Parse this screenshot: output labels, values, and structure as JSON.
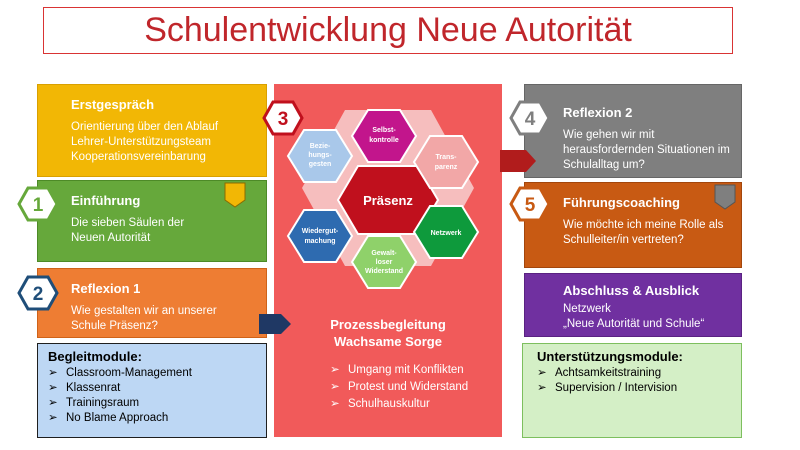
{
  "title": "Schulentwicklung Neue Autorität",
  "erstgespraech": {
    "heading": "Erstgespräch",
    "lines": [
      "Orientierung über den Ablauf",
      "Lehrer-Unterstützungsteam",
      "Kooperationsvereinbarung"
    ]
  },
  "einfuehrung": {
    "number": "1",
    "heading": "Einführung",
    "lines": [
      "Die sieben Säulen der",
      "Neuen Autorität"
    ]
  },
  "reflexion1": {
    "number": "2",
    "heading": "Reflexion 1",
    "lines": [
      "Wie gestalten wir an unserer",
      "Schule Präsenz?"
    ]
  },
  "begleitmodule": {
    "heading": "Begleitmodule:",
    "items": [
      "Classroom-Management",
      "Klassenrat",
      "Trainingsraum",
      "No Blame Approach"
    ]
  },
  "center": {
    "number": "3",
    "core": "Präsenz",
    "petals": {
      "selbstkontrolle": [
        "Selbst-",
        "kontrolle"
      ],
      "transparenz": [
        "Trans-",
        "parenz"
      ],
      "netzwerk": [
        "Netzwerk"
      ],
      "widerstand": [
        "Gewalt-",
        "loser",
        "Widerstand"
      ],
      "wiedergutmachung": [
        "Wiedergut-",
        "machung"
      ],
      "beziehungsgesten": [
        "Bezie-",
        "hungs-",
        "gesten"
      ]
    },
    "process_heading": [
      "Prozessbegleitung",
      "Wachsame Sorge"
    ],
    "items": [
      "Umgang mit Konflikten",
      "Protest und Widerstand",
      "Schulhauskultur"
    ]
  },
  "reflexion2": {
    "number": "4",
    "heading": "Reflexion 2",
    "lines": [
      "Wie gehen wir mit",
      "herausfordernden Situationen im",
      "Schulalltag um?"
    ]
  },
  "fuehrungscoaching": {
    "number": "5",
    "heading": "Führungscoaching",
    "lines": [
      "Wie möchte ich meine Rolle als",
      "Schulleiter/in vertreten?"
    ]
  },
  "abschluss": {
    "heading": "Abschluss & Ausblick",
    "lines": [
      "Netzwerk",
      "„Neue Autorität und Schule“"
    ]
  },
  "unterstuetzung": {
    "heading": "Unterstützungsmodule:",
    "items": [
      "Achtsamkeitstraining",
      "Supervision / Intervision"
    ]
  },
  "bullet_glyph": "➢",
  "colors": {
    "title": "#c0262b",
    "yellow": "#f2b705",
    "green": "#66a83b",
    "orange": "#ee7d33",
    "grey": "#7f7f7f",
    "rust": "#c85a13",
    "purple": "#7030a0",
    "center": "#f15a5a",
    "navy": "#1f3864"
  }
}
